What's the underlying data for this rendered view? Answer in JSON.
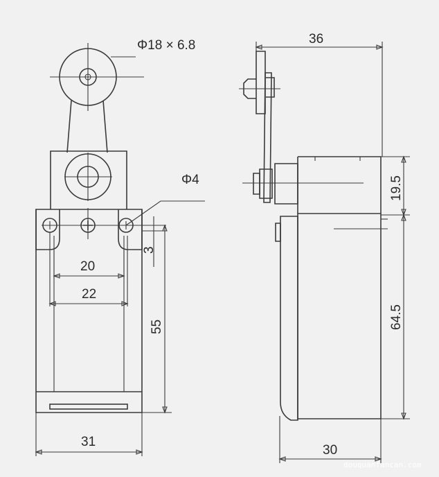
{
  "drawing": {
    "front_view": {
      "roller_dia": "Φ18 × 6.8",
      "hole_dia": "Φ4",
      "dim_20": "20",
      "dim_22": "22",
      "dim_3": "3",
      "dim_55": "55",
      "dim_31": "31"
    },
    "side_view": {
      "dim_36": "36",
      "dim_19_5": "19.5",
      "dim_64_5": "64.5",
      "dim_30": "30"
    },
    "watermark": "douquanfancan.com"
  }
}
